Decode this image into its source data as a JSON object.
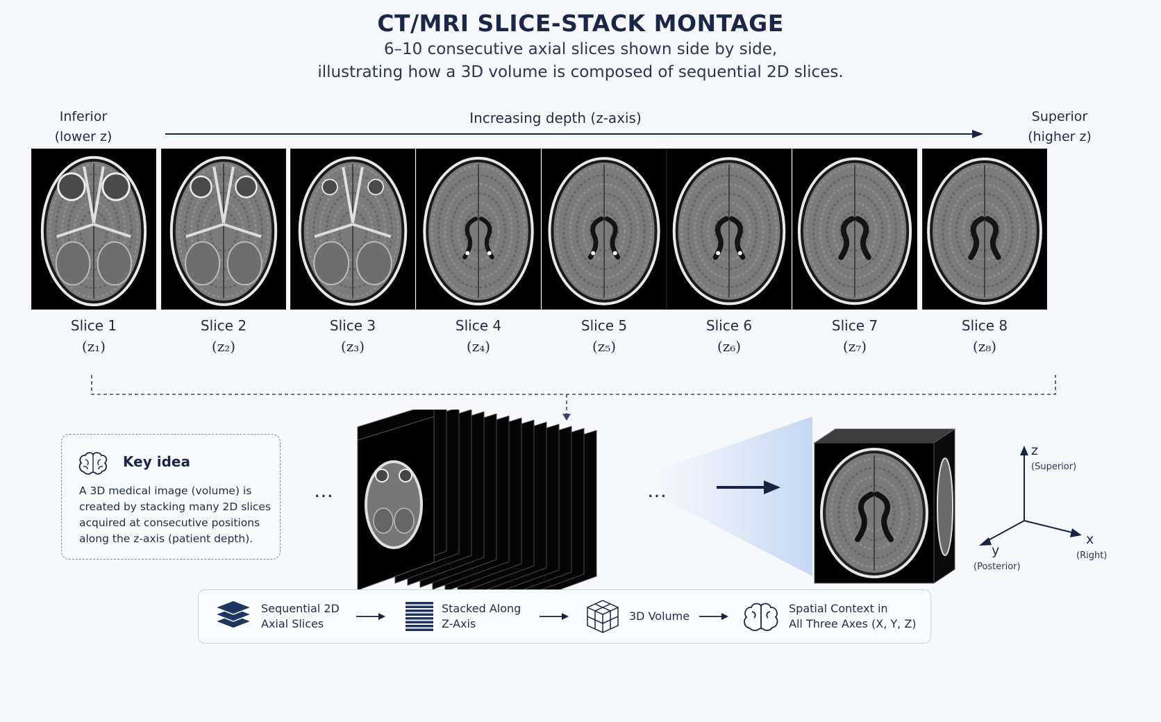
{
  "header": {
    "title": "CT/MRI SLICE-STACK MONTAGE",
    "subtitle_line1": "6–10 consecutive axial slices shown side by side,",
    "subtitle_line2": "illustrating how a 3D volume is composed of sequential 2D slices."
  },
  "depth_axis": {
    "left_label_1": "Inferior",
    "left_label_2": "(lower z)",
    "center_label": "Increasing depth (z-axis)",
    "right_label_1": "Superior",
    "right_label_2": "(higher z)"
  },
  "slices": [
    {
      "label": "Slice 1",
      "z": "(z₁)",
      "level": 0.0
    },
    {
      "label": "Slice 2",
      "z": "(z₂)",
      "level": 0.15
    },
    {
      "label": "Slice 3",
      "z": "(z₃)",
      "level": 0.3
    },
    {
      "label": "Slice 4",
      "z": "(z₄)",
      "level": 0.5
    },
    {
      "label": "Slice 5",
      "z": "(z₅)",
      "level": 0.62
    },
    {
      "label": "Slice 6",
      "z": "(z₆)",
      "level": 0.72
    },
    {
      "label": "Slice 7",
      "z": "(z₇)",
      "level": 0.84
    },
    {
      "label": "Slice 8",
      "z": "(z₈)",
      "level": 0.95
    }
  ],
  "key_idea": {
    "icon": "brain-icon",
    "title": "Key idea",
    "text": "A 3D medical image (volume) is created by stacking many 2D slices acquired at consecutive positions along the z-axis (patient depth)."
  },
  "stack": {
    "ellipsis": "…",
    "sheet_count": 14
  },
  "axes": {
    "z": "z",
    "z_sub": "(Superior)",
    "x": "x",
    "x_sub": "(Right)",
    "y": "y",
    "y_sub": "(Posterior)"
  },
  "flow": [
    {
      "icon": "layers-icon",
      "line1": "Sequential 2D",
      "line2": "Axial Slices"
    },
    {
      "icon": "stack-icon",
      "line1": "Stacked Along",
      "line2": "Z-Axis"
    },
    {
      "icon": "cube-icon",
      "line1": "3D Volume",
      "line2": ""
    },
    {
      "icon": "brain-icon",
      "line1": "Spatial Context in",
      "line2": "All Three Axes (X, Y, Z)"
    }
  ],
  "colors": {
    "accent": "#17233f",
    "background": "#f7f8fb",
    "highlight": "#c5d8f3"
  }
}
